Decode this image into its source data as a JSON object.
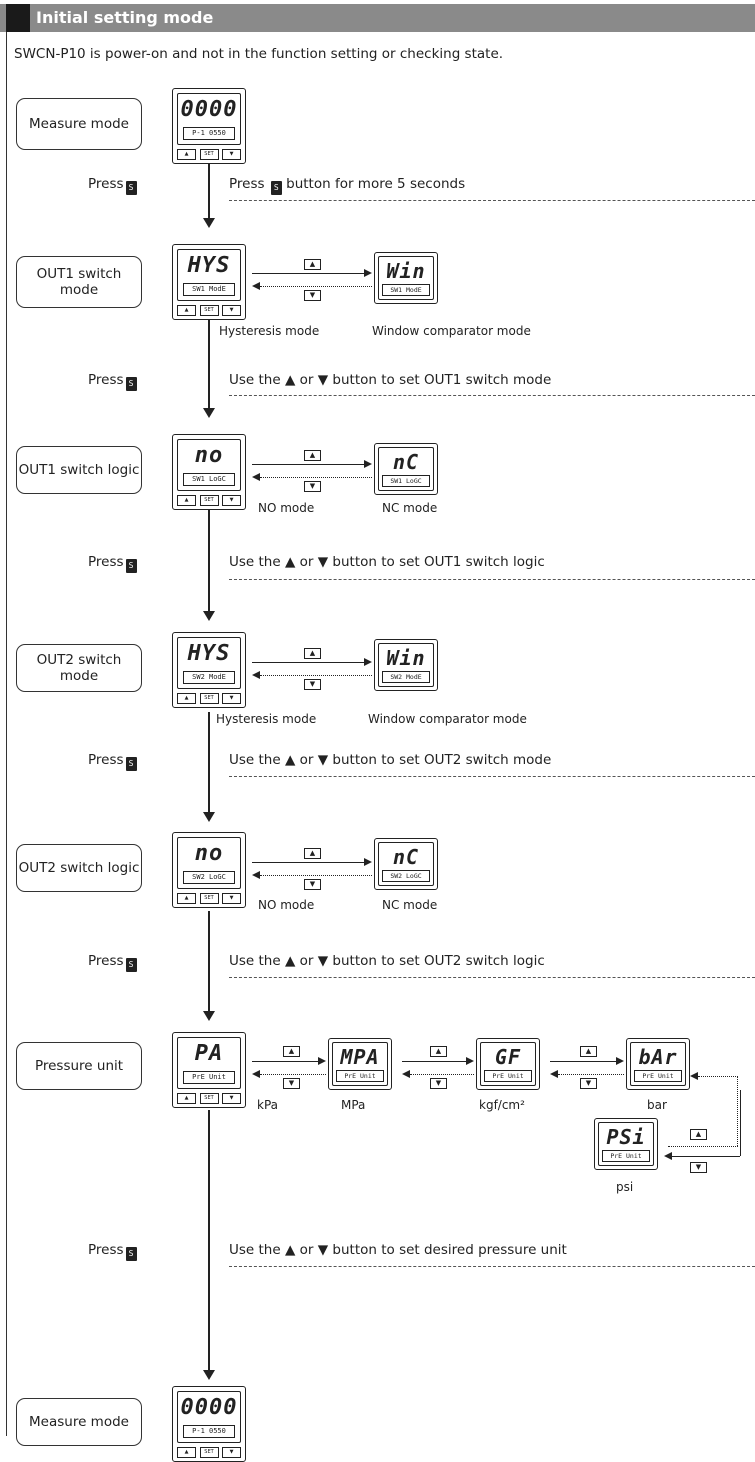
{
  "header": {
    "title": "Initial setting mode"
  },
  "intro": "SWCN-P10 is power-on and not in the function setting or checking state.",
  "press_label": "Press",
  "press_icon": "S",
  "button_labels": {
    "up": "▲",
    "set": "SET",
    "down": "▼"
  },
  "steps": [
    {
      "mode": "Measure mode",
      "display": {
        "big": "0000",
        "small": "P-1 0550"
      }
    },
    {
      "mode": "OUT1 switch mode",
      "display": {
        "big": "HYS",
        "small": "SW1 ModE"
      },
      "description": "Use the ▲ or ▼ button to set OUT1 switch mode",
      "options": [
        {
          "caption": "Hysteresis mode"
        },
        {
          "big": "Win",
          "small": "SW1 ModE",
          "caption": "Window comparator mode"
        }
      ]
    },
    {
      "mode": "OUT1 switch logic",
      "display": {
        "big": "no",
        "small": "SW1 LoGC"
      },
      "description": "Use the ▲ or ▼ button to set OUT1 switch logic",
      "options": [
        {
          "caption": "NO mode"
        },
        {
          "big": "nC",
          "small": "SW1 LoGC",
          "caption": "NC mode"
        }
      ]
    },
    {
      "mode": "OUT2 switch mode",
      "display": {
        "big": "HYS",
        "small": "SW2 ModE"
      },
      "description": "Use the ▲ or ▼ button to set OUT2 switch mode",
      "options": [
        {
          "caption": "Hysteresis mode"
        },
        {
          "big": "Win",
          "small": "SW2 ModE",
          "caption": "Window comparator mode"
        }
      ]
    },
    {
      "mode": "OUT2 switch logic",
      "display": {
        "big": "no",
        "small": "SW2 LoGC"
      },
      "description": "Use the ▲ or ▼ button to set OUT2 switch logic",
      "options": [
        {
          "caption": "NO mode"
        },
        {
          "big": "nC",
          "small": "SW2 LoGC",
          "caption": "NC mode"
        }
      ]
    },
    {
      "mode": "Pressure unit",
      "display": {
        "big": "PA",
        "small": "PrE Unit"
      },
      "description": "Use the ▲ or ▼ button to set desired pressure unit",
      "options": [
        {
          "caption": "kPa"
        },
        {
          "big": "MPA",
          "small": "PrE Unit",
          "caption": "MPa"
        },
        {
          "big": "GF",
          "small": "PrE Unit",
          "caption": "kgf/cm²"
        },
        {
          "big": "bAr",
          "small": "PrE Unit",
          "caption": "bar"
        },
        {
          "big": "PSi",
          "small": "PrE Unit",
          "caption": "psi"
        }
      ]
    },
    {
      "mode": "Measure mode",
      "display": {
        "big": "0000",
        "small": "P-1 0550"
      }
    }
  ],
  "first_press_description": "button for more 5 seconds"
}
